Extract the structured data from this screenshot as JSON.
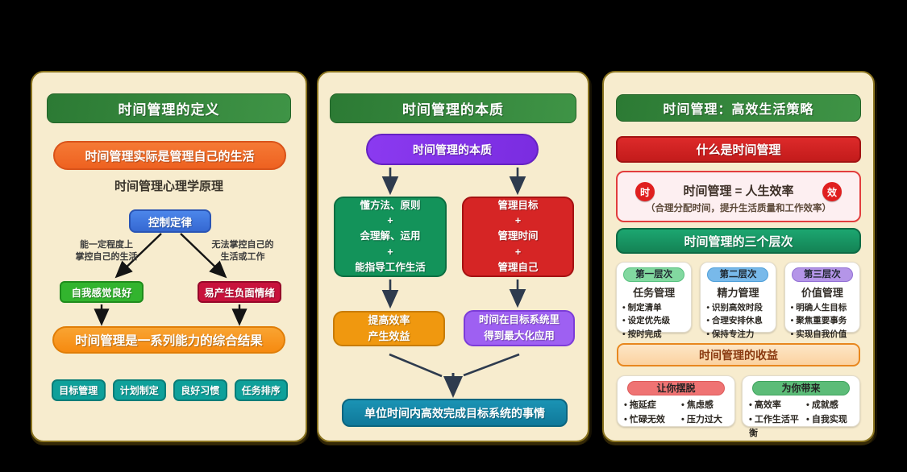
{
  "colors": {
    "background": "#000000",
    "panel_bg": "#f7ecce",
    "panel_border": "#8a7420",
    "header_green": "#2e7d32",
    "orange_pill": "#f26d28",
    "blue_node": "#3d79e0",
    "green_node": "#32b42e",
    "crimson_node": "#c8123c",
    "result_orange": "#f8961f",
    "teal_tag": "#0fa09a",
    "purple_pill": "#7e3ff2",
    "emerald_box": "#13935a",
    "red_box": "#d62525",
    "amber_box": "#f0980f",
    "violet_box": "#9e60f2",
    "teal_bar": "#1487a9",
    "badge_red": "#e01f1f"
  },
  "left_panel": {
    "title": "时间管理的定义",
    "subtitle_pill": "时间管理实际是管理自己的生活",
    "section_label": "时间管理心理学原理",
    "law_node": "控制定律",
    "branch_left": [
      "能一定程度上",
      "掌控自己的生活"
    ],
    "branch_right": [
      "无法掌控自己的",
      "生活或工作"
    ],
    "positive_node": "自我感觉良好",
    "negative_node": "易产生负面情绪",
    "conclusion_pill": "时间管理是一系列能力的综合结果",
    "ability_tags": [
      "目标管理",
      "计划制定",
      "良好习惯",
      "任务排序"
    ]
  },
  "middle_panel": {
    "title": "时间管理的本质",
    "root_pill": "时间管理的本质",
    "method_box": [
      "懂方法、原则",
      "+",
      "会理解、运用",
      "+",
      "能指导工作生活"
    ],
    "manage_box": [
      "管理目标",
      "+",
      "管理时间",
      "+",
      "管理自己"
    ],
    "efficiency_box": [
      "提高效率",
      "产生效益"
    ],
    "maximize_box": [
      "时间在目标系统里",
      "得到最大化应用"
    ],
    "result_bar": "单位时间内高效完成目标系统的事情"
  },
  "right_panel": {
    "title": "时间管理：高效生活策略",
    "what_bar": "什么是时间管理",
    "formula": {
      "badge_left": "时",
      "badge_right": "效",
      "main": "时间管理 = 人生效率",
      "sub": "（合理分配时间，提升生活质量和工作效率）"
    },
    "levels_bar": "时间管理的三个层次",
    "levels": [
      {
        "badge": "第一层次",
        "title": "任务管理",
        "items": [
          "制定清单",
          "设定优先级",
          "按时完成"
        ]
      },
      {
        "badge": "第二层次",
        "title": "精力管理",
        "items": [
          "识别高效时段",
          "合理安排休息",
          "保持专注力"
        ]
      },
      {
        "badge": "第三层次",
        "title": "价值管理",
        "items": [
          "明确人生目标",
          "聚焦重要事务",
          "实现自我价值"
        ]
      }
    ],
    "benefits_bar": "时间管理的收益",
    "benefit_cards": [
      {
        "badge": "让你摆脱",
        "items": [
          "拖延症",
          "焦虑感",
          "忙碌无效",
          "压力过大"
        ]
      },
      {
        "badge": "为你带来",
        "items": [
          "高效率",
          "成就感",
          "工作生活平衡",
          "自我实现"
        ]
      }
    ]
  }
}
